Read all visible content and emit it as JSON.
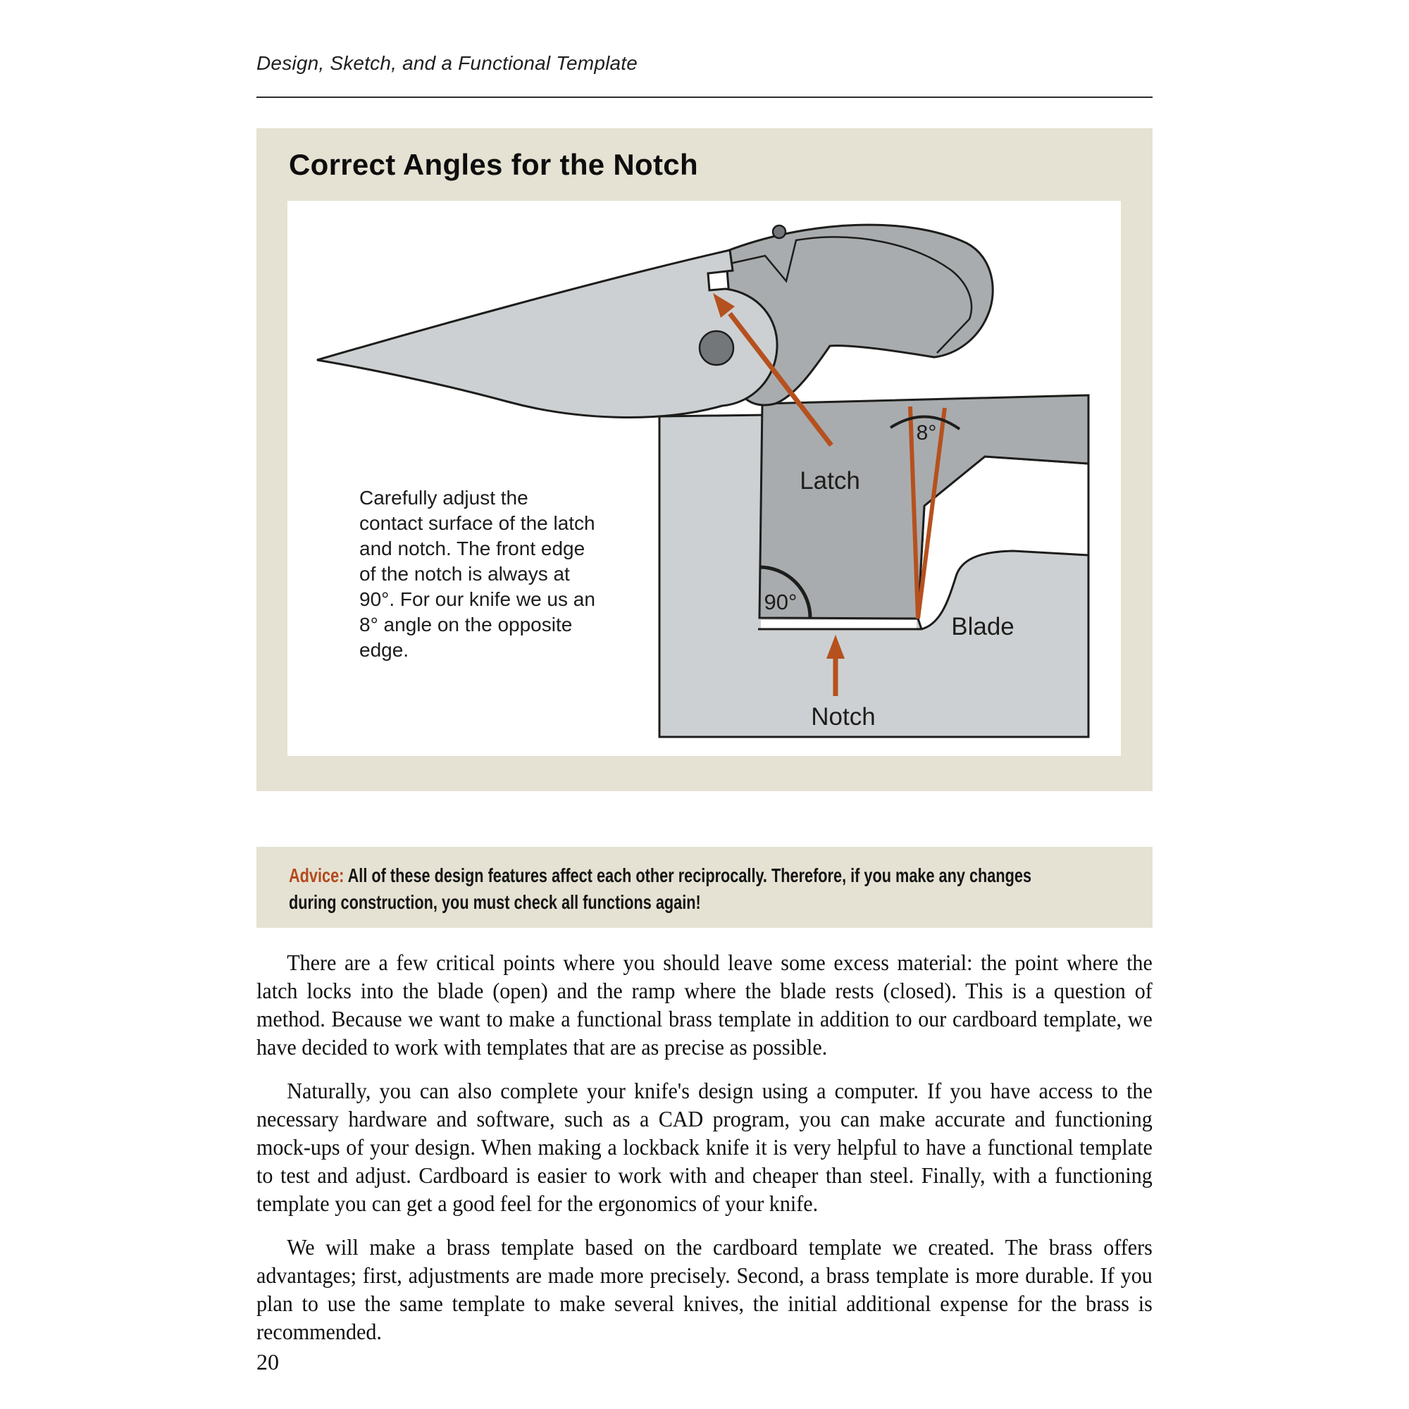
{
  "header": {
    "title": "Design, Sketch, and a Functional Template"
  },
  "figure": {
    "title": "Correct Angles for the Notch",
    "caption": "Carefully adjust the contact surface of the latch and notch. The front edge of the notch is always at 90°. For our knife we us an 8° angle on the opposite edge.",
    "labels": {
      "latch": "Latch",
      "blade": "Blade",
      "notch": "Notch",
      "angle_90": "90°",
      "angle_8": "8°"
    }
  },
  "advice": {
    "label": "Advice:",
    "text": "All of these design features affect each other reciprocally. Therefore, if you make any changes during construction, you must check all functions again!"
  },
  "body": {
    "paragraphs": {
      "p1": "There are a few critical points where you should leave some excess material: the point where the latch locks into the blade (open) and the ramp where the blade rests (closed). This is a question of method. Because we want to make a functional brass template in addition to our cardboard template, we have decided to work with templates that are as precise as possible.",
      "p2": "Naturally, you can also complete your knife's design using a computer. If you have access to the necessary hardware and software, such as a CAD program, you can make accurate and functioning mock-ups of your design. When making a lockback knife it is very helpful to have a functional template to test and adjust. Cardboard is easier to work with and cheaper than steel. Finally, with a functioning template you can get a good feel for the ergonomics of your knife.",
      "p3": "We will make a brass template based on the cardboard template we created. The brass offers advantages; first, adjustments are made more precisely. Second, a brass template is more durable. If you plan to use the same template to make several knives, the initial additional expense for the brass is recommended."
    }
  },
  "footer": {
    "page_number": "20"
  },
  "colors": {
    "panel_bg": "#e5e2d3",
    "blade_gray": "#cdd0d2",
    "handle_gray": "#a9acae",
    "pivot_gray": "#74777a",
    "arrow_red": "#b5511f",
    "outline": "#1d1d1b",
    "advice_accent": "#b3491d"
  }
}
